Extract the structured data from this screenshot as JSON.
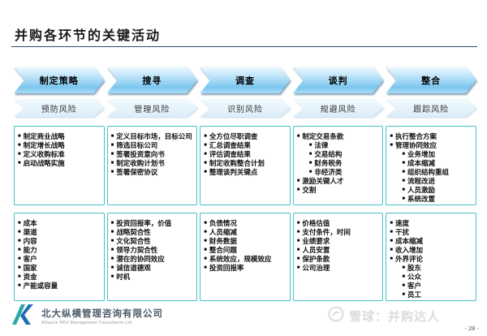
{
  "title": "并购各环节的关键活动",
  "columns": [
    {
      "stage": "制定策略",
      "risk": "预防风险",
      "top_items": [
        {
          "text": "制定商业战略",
          "level": 0
        },
        {
          "text": "制定增长战略",
          "level": 0
        },
        {
          "text": "定义收购标准",
          "level": 0
        },
        {
          "text": "启动战略实施",
          "level": 0
        }
      ],
      "bottom_items": [
        {
          "text": "成本",
          "level": 0
        },
        {
          "text": "渠道",
          "level": 0
        },
        {
          "text": "内容",
          "level": 0
        },
        {
          "text": "能力",
          "level": 0
        },
        {
          "text": "客户",
          "level": 0
        },
        {
          "text": "国家",
          "level": 0
        },
        {
          "text": "资金",
          "level": 0
        },
        {
          "text": "产能或容量",
          "level": 0
        }
      ]
    },
    {
      "stage": "搜寻",
      "risk": "管理风险",
      "top_items": [
        {
          "text": "定义目标市场，目标公司",
          "level": 0
        },
        {
          "text": "筛选目标公司",
          "level": 0
        },
        {
          "text": "签署投资意向书",
          "level": 0
        },
        {
          "text": "制定收购计划书",
          "level": 0
        },
        {
          "text": "签署保密协议",
          "level": 0
        }
      ],
      "bottom_items": [
        {
          "text": "投资回报率，价值",
          "level": 0
        },
        {
          "text": "战略契合性",
          "level": 0
        },
        {
          "text": "文化契合性",
          "level": 0
        },
        {
          "text": "领导力契合性",
          "level": 0
        },
        {
          "text": "潜在的协同效应",
          "level": 0
        },
        {
          "text": "诚信道德观",
          "level": 0
        },
        {
          "text": "时机",
          "level": 0
        }
      ]
    },
    {
      "stage": "调查",
      "risk": "识别风险",
      "top_items": [
        {
          "text": "全方位尽职调查",
          "level": 0
        },
        {
          "text": "汇总调查结果",
          "level": 0
        },
        {
          "text": "评估调查结果",
          "level": 0
        },
        {
          "text": "制定收购整合计划",
          "level": 0
        },
        {
          "text": "整理谈判关键点",
          "level": 0
        }
      ],
      "bottom_items": [
        {
          "text": "负债情况",
          "level": 0
        },
        {
          "text": "人员缩减",
          "level": 0
        },
        {
          "text": "财务数据",
          "level": 0
        },
        {
          "text": "整合问题",
          "level": 0
        },
        {
          "text": "系统效应，规模效应",
          "level": 0
        },
        {
          "text": "投资回报率",
          "level": 0
        }
      ]
    },
    {
      "stage": "谈判",
      "risk": "规避风险",
      "top_items": [
        {
          "text": "制定交易条款",
          "level": 0
        },
        {
          "text": "法律",
          "level": 1
        },
        {
          "text": "交易结构",
          "level": 1
        },
        {
          "text": "财务税务",
          "level": 1
        },
        {
          "text": "非经济类",
          "level": 1
        },
        {
          "text": "激励关键人才",
          "level": 0
        },
        {
          "text": "交割",
          "level": 0
        }
      ],
      "bottom_items": [
        {
          "text": "价格估值",
          "level": 0
        },
        {
          "text": "支付条件，时间",
          "level": 0
        },
        {
          "text": "业绩要求",
          "level": 0
        },
        {
          "text": "人员安置",
          "level": 0
        },
        {
          "text": "保护条款",
          "level": 0
        },
        {
          "text": "公司治理",
          "level": 0
        }
      ]
    },
    {
      "stage": "整合",
      "risk": "跟踪风险",
      "top_items": [
        {
          "text": "执行整合方案",
          "level": 0
        },
        {
          "text": "管理协同效应",
          "level": 0
        },
        {
          "text": "业务增加",
          "level": 1
        },
        {
          "text": "成本缩减",
          "level": 1
        },
        {
          "text": "组织结构重组",
          "level": 1
        },
        {
          "text": "流程改进",
          "level": 1
        },
        {
          "text": "人员激励",
          "level": 1
        },
        {
          "text": "系统改置",
          "level": 1
        }
      ],
      "bottom_items": [
        {
          "text": "速度",
          "level": 0
        },
        {
          "text": "干扰",
          "level": 0
        },
        {
          "text": "成本缩减",
          "level": 0
        },
        {
          "text": "收入增加",
          "level": 0
        },
        {
          "text": "外界评论",
          "level": 0
        },
        {
          "text": "股东",
          "level": 1
        },
        {
          "text": "公众",
          "level": 1
        },
        {
          "text": "客户",
          "level": 1
        },
        {
          "text": "员工",
          "level": 1
        }
      ]
    }
  ],
  "footer": {
    "company_cn": "北大纵横管理咨询有限公司",
    "company_en": "Alliance PKU Management Consultants Ltd"
  },
  "watermark": {
    "text": "雪球：并购达人"
  },
  "page_number": "- 28 -",
  "colors": {
    "stage_arrow_blue": "#7cc6ef",
    "risk_arrow_blue": "#d9edf9",
    "box_border": "#45c0c8",
    "title_rule": "#2a4a74"
  }
}
